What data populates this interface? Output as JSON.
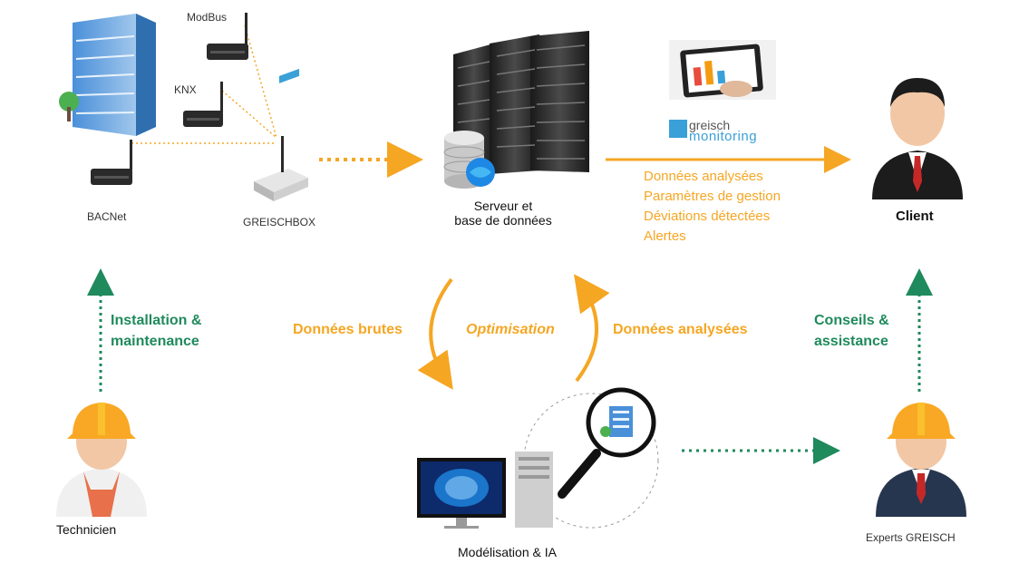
{
  "devices": {
    "modbus": "ModBus",
    "knx": "KNX",
    "bacnet": "BACNet",
    "box": "GREISCHBOX"
  },
  "server": {
    "line1": "Serveur et",
    "line2": "base de données"
  },
  "logo": {
    "part1": "greisch",
    "part2": "monitoring"
  },
  "outputs": [
    "Données analysées",
    "Paramètres de gestion",
    "Déviations détectées",
    "Alertes"
  ],
  "client": "Client",
  "technician": {
    "label": "Technicien",
    "action_line1": "Installation &",
    "action_line2": "maintenance"
  },
  "experts": {
    "label": "Experts GREISCH",
    "action_line1": "Conseils &",
    "action_line2": "assistance"
  },
  "loop": {
    "left": "Données brutes",
    "center": "Optimisation",
    "right": "Données analysées"
  },
  "modeling": "Modélisation & IA",
  "colors": {
    "orange": "#f5a623",
    "green": "#1f8a5c",
    "blue": "#3aa0d8"
  }
}
